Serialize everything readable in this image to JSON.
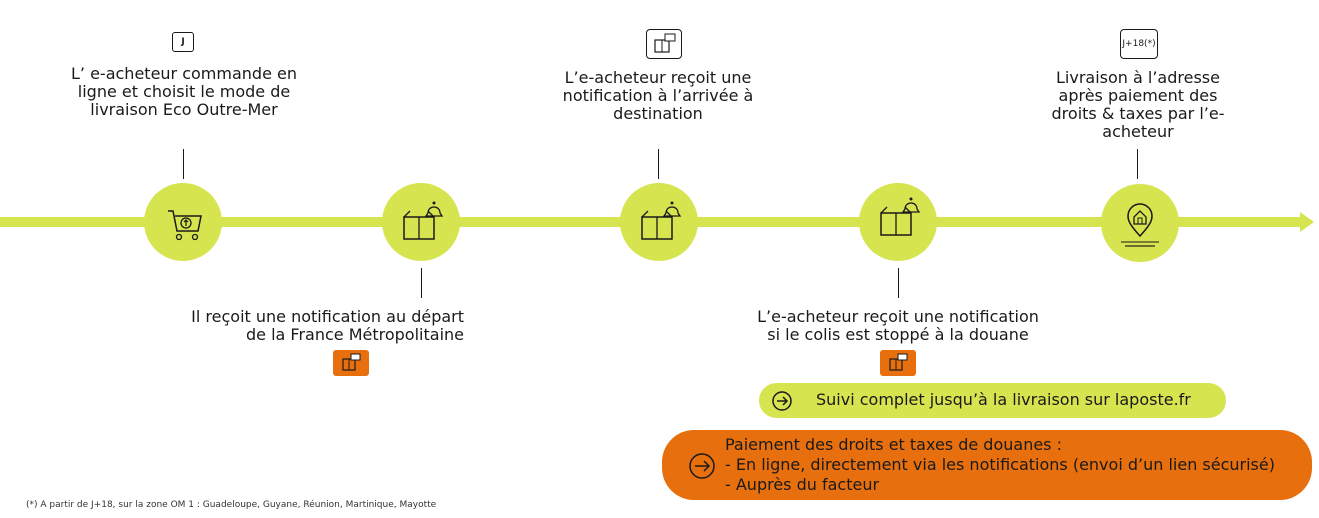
{
  "steps": [
    {
      "badge": "J",
      "text": [
        "L’ e-acheteur commande en",
        "ligne et choisit le mode de",
        "livraison Eco Outre-Mer"
      ]
    },
    {
      "text": [
        "Il reçoit une notification au départ",
        "de la France Métropolitaine"
      ]
    },
    {
      "text": [
        "L’e-acheteur reçoit une",
        "notification à l’arrivée à",
        "destination"
      ]
    },
    {
      "text": [
        "L’e-acheteur reçoit une notification",
        "si le colis est stoppé à la douane"
      ]
    },
    {
      "badge": "J+18(*)",
      "text": [
        "Livraison à l’adresse",
        "après paiement des",
        "droits & taxes par l’e-",
        "acheteur"
      ]
    }
  ],
  "tracking_pill": {
    "label": "Suivi complet  jusqu’à la livraison sur laposte.fr"
  },
  "payment_pill": {
    "lines": [
      "Paiement des droits et taxes de douanes :",
      "- En ligne, directement via les notifications (envoi d’un lien sécurisé)",
      "- Auprès du facteur"
    ]
  },
  "footnote": "(*) A partir de J+18, sur la zone OM 1 : Guadeloupe, Guyane, Réunion, Martinique, Mayotte",
  "colors": {
    "lime": "#d6e44f",
    "orange": "#e86f0d",
    "ink": "#1a1a1a"
  },
  "icons": [
    "shopping-cart-icon",
    "parcel-bell-icon",
    "parcel-bell-icon",
    "parcel-bell-icon",
    "home-pin-icon",
    "parcel-message-icon",
    "arrow-circle-icon"
  ]
}
